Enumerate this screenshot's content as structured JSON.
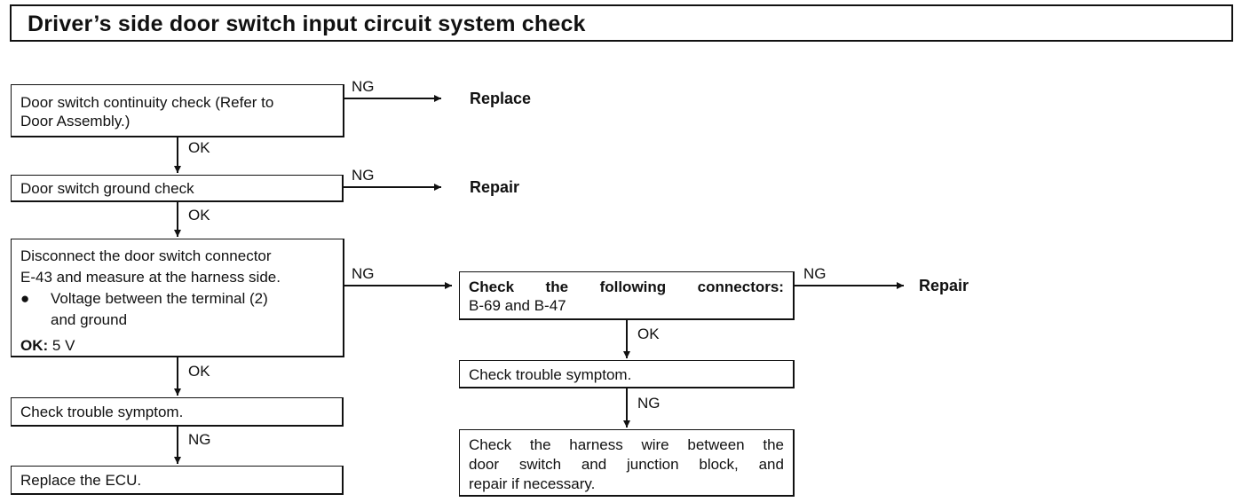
{
  "title": "Driver’s side door switch input circuit system check",
  "boxes": {
    "continuity": [
      "Door switch continuity check (Refer to",
      "Door Assembly.)"
    ],
    "ground": "Door switch ground check",
    "disconnect": {
      "lines": [
        "Disconnect the door switch connector",
        "E-43 and measure at the harness side."
      ],
      "bullet": "●",
      "bullet_lines": [
        "Voltage between the terminal (2)",
        "and ground"
      ],
      "ok_label": "OK:",
      "ok_value": "5 V"
    },
    "trouble_left": "Check trouble symptom.",
    "replace_ecu": "Replace the ECU.",
    "connectors": {
      "heading": [
        "Check",
        "the",
        "following",
        "connectors:"
      ],
      "line2": "B-69 and B-47"
    },
    "trouble_right": "Check trouble symptom.",
    "harness": [
      [
        "Check",
        "the",
        "harness",
        "wire",
        "between",
        "the"
      ],
      [
        "door",
        "switch",
        "and",
        "junction",
        "block,",
        "and"
      ],
      [
        "repair if necessary."
      ]
    ]
  },
  "labels": {
    "ng": "NG",
    "ok": "OK"
  },
  "results": {
    "replace": "Replace",
    "repair": "Repair"
  }
}
